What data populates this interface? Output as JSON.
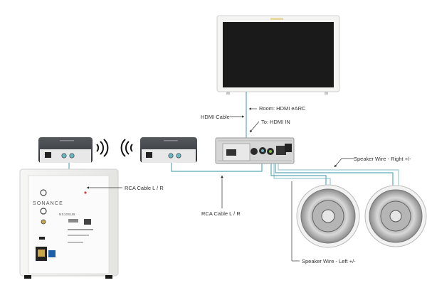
{
  "labels": {
    "hdmi_cable": "HDMI Cable",
    "room_hdmi": "Room: HDMI eARC",
    "to_hdmi_in": "To: HDMI IN",
    "rca_cable_1": "RCA Cable L / R",
    "rca_cable_2": "RCA Cable L / R",
    "speaker_wire_right": "Speaker Wire - Right +/-",
    "speaker_wire_left": "Speaker Wire - Left +/-"
  },
  "subwoofer": {
    "brand": "SONANCE",
    "model": "NS10SUB"
  },
  "colors": {
    "cable": "#5aa9b8",
    "leader": "#333333",
    "device_dark": "#3c3f43",
    "sub_body": "#f1f1ef"
  }
}
